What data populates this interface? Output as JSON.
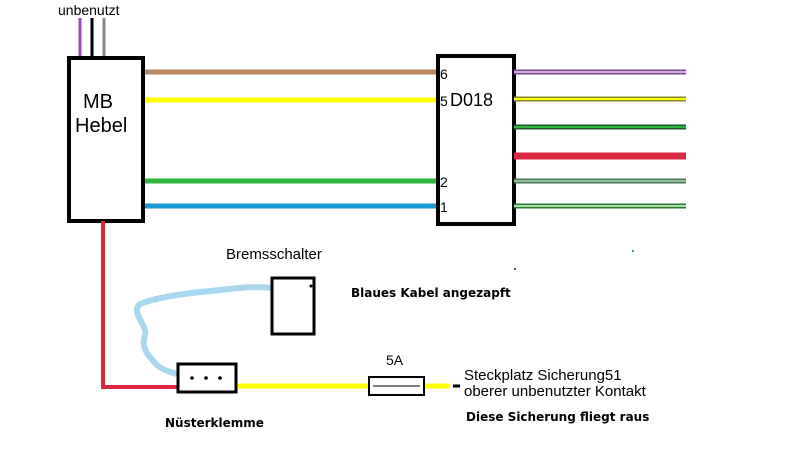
{
  "labels": {
    "unused": "unbenutzt",
    "lever_line1": "MB",
    "lever_line2": "Hebel",
    "connector_name": "D018",
    "pin_6": "6",
    "pin_5": "5",
    "pin_2": "2",
    "pin_1": "1",
    "brake_switch": "Bremsschalter",
    "blue_tapped": "Blaues Kabel angezapft",
    "terminal": "Nüsterklemme",
    "fuse_rating": "5A",
    "slot_line1": "Steckplatz Sicherung51",
    "slot_line2": "oberer unbenutzter Kontakt",
    "fuse_note": "Diese Sicherung fliegt raus"
  },
  "colors": {
    "brown": "#b8865e",
    "yellow": "#ffff00",
    "green": "#2db83d",
    "blue": "#1a9ad0",
    "red": "#d9283f",
    "purple": "#9b4dbf",
    "light_blue": "#a8d8f0",
    "dark_green": "#4a7a5a"
  }
}
